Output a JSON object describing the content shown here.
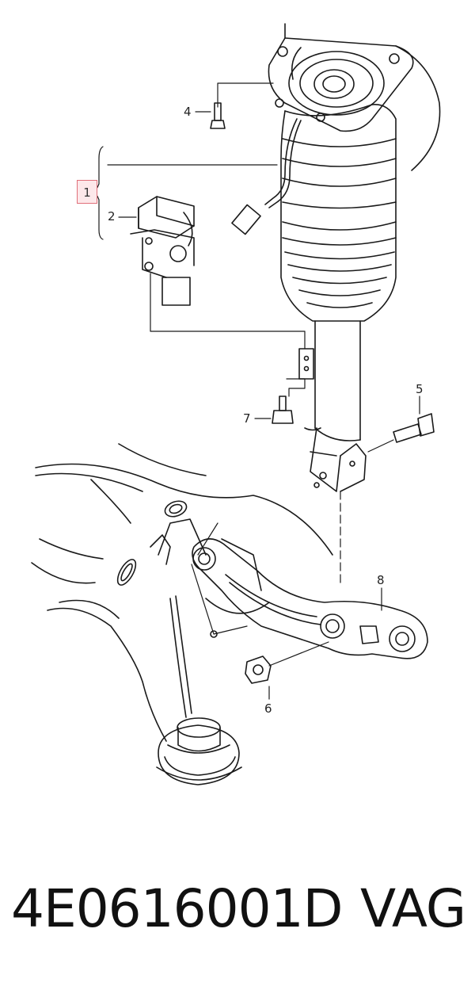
{
  "callouts": {
    "c1": "1",
    "c2": "2",
    "c4": "4",
    "c5": "5",
    "c6": "6",
    "c7": "7",
    "c8": "8"
  },
  "footer": {
    "part_number": "4E0616001D",
    "brand": "VAG"
  },
  "colors": {
    "line": "#1a1a1a",
    "highlight_border": "#e0707a",
    "highlight_fill": "#fde8ea"
  }
}
